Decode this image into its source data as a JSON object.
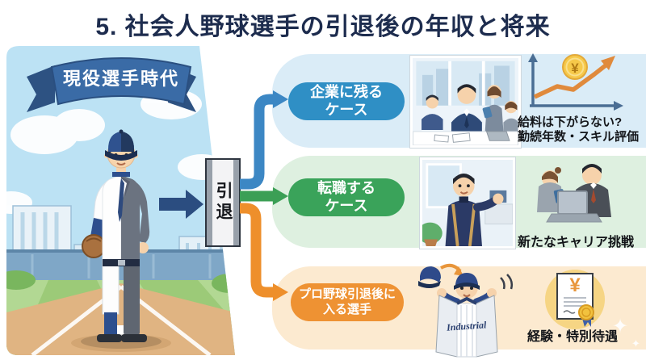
{
  "title": "5. 社会人野球選手の引退後の年収と将来",
  "left_panel": {
    "banner": "現役選手時代"
  },
  "flow": {
    "retirement_label": "引退"
  },
  "branches": [
    {
      "label_lines": [
        "企業に残る",
        "ケース"
      ],
      "caption_lines": [
        "給料は下がらない?",
        "勤続年数・スキル評価"
      ],
      "accent": "#2f8fc5",
      "bg": "#daecf7"
    },
    {
      "label_lines": [
        "転職する",
        "ケース"
      ],
      "caption_lines": [
        "新たなキャリア挑戦"
      ],
      "accent": "#3aa35a",
      "bg": "#def0e0"
    },
    {
      "label_lines": [
        "プロ野球引退後に",
        "入る選手"
      ],
      "caption_lines": [
        "経験・特別待遇"
      ],
      "accent": "#ee9233",
      "bg": "#fcead0"
    }
  ],
  "icons": {
    "yen": "¥",
    "sparkle": "✦",
    "jersey_text": "Industrial"
  },
  "colors": {
    "title_text": "#1d2c4e",
    "connector_blue": "#3c87c4",
    "connector_green": "#3b9f55",
    "connector_orange": "#ee8f2b",
    "retire_arrow": "#2b4d80",
    "banner_blue": "#3a6ba6"
  }
}
